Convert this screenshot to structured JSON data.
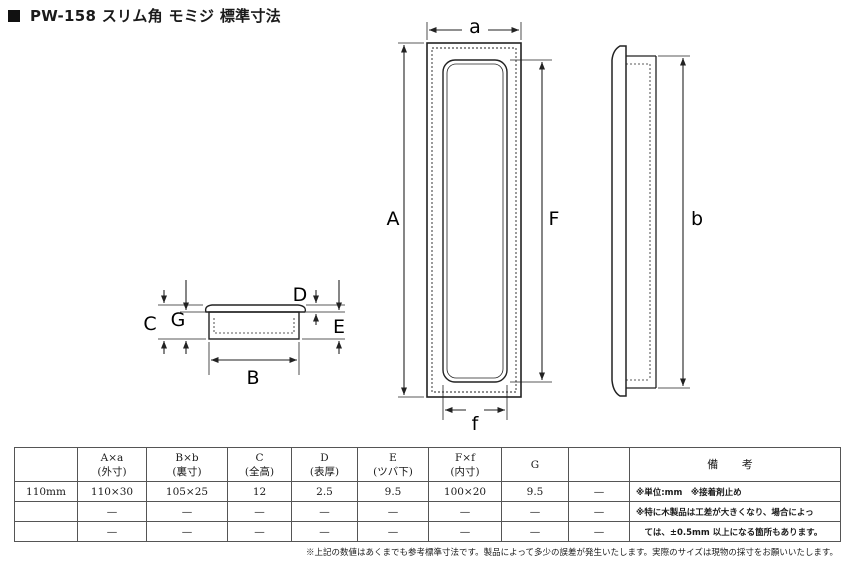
{
  "title": "PW-158 スリム角 モミジ 標準寸法",
  "labels": {
    "a": "a",
    "A": "A",
    "F": "F",
    "f": "f",
    "b": "b",
    "C": "C",
    "G": "G",
    "D": "D",
    "E": "E",
    "B": "B"
  },
  "table": {
    "headers": [
      {
        "main": "",
        "sub": ""
      },
      {
        "main": "A×a",
        "sub": "(外寸)"
      },
      {
        "main": "B×b",
        "sub": "(裏寸)"
      },
      {
        "main": "C",
        "sub": "(全高)"
      },
      {
        "main": "D",
        "sub": "(表厚)"
      },
      {
        "main": "E",
        "sub": "(ツバ下)"
      },
      {
        "main": "F×f",
        "sub": "(内寸)"
      },
      {
        "main": "G",
        "sub": ""
      },
      {
        "main": "",
        "sub": ""
      }
    ],
    "notes_header": "備 考",
    "rows": [
      [
        "110mm",
        "110×30",
        "105×25",
        "12",
        "2.5",
        "9.5",
        "100×20",
        "9.5",
        "—"
      ],
      [
        "",
        "—",
        "—",
        "—",
        "—",
        "—",
        "—",
        "—",
        "—"
      ],
      [
        "",
        "—",
        "—",
        "—",
        "—",
        "—",
        "—",
        "—",
        "—"
      ]
    ],
    "notes": [
      "※単位:mm　※接着剤止め",
      "※特に木製品は工差が大きくなり、場合によっ",
      "　ては、±0.5mm 以上になる箇所もあります。"
    ]
  },
  "footnote": "※上記の数値はあくまでも参考標準寸法です。製品によって多少の誤差が発生いたします。実際のサイズは現物の採寸をお願いいたします。"
}
